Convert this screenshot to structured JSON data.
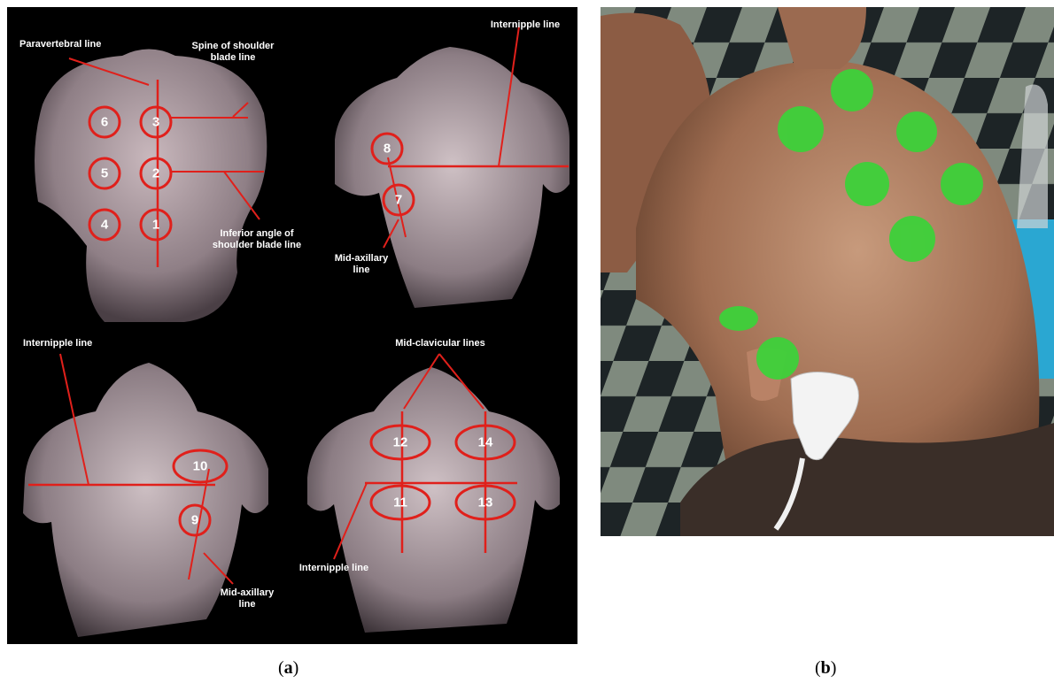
{
  "panel_a": {
    "caption_open": "(",
    "caption_letter": "a",
    "caption_close": ")",
    "back_view": {
      "paravertebral": "Paravertebral line",
      "spine_of_scapula": "Spine of shoulder blade line",
      "inferior_angle": "Inferior angle of shoulder blade line",
      "points": [
        "1",
        "2",
        "3",
        "4",
        "5",
        "6"
      ]
    },
    "lateral_view_top": {
      "internipple": "Internipple line",
      "mid_axillary": "Mid-axillary line",
      "points": [
        "7",
        "8"
      ]
    },
    "lateral_view_bottom": {
      "internipple": "Internipple line",
      "mid_axillary": "Mid-axillary line",
      "points": [
        "9",
        "10"
      ]
    },
    "front_view": {
      "mid_clavicular": "Mid-clavicular lines",
      "internipple": "Internipple line",
      "points": [
        "11",
        "12",
        "13",
        "14"
      ]
    }
  },
  "panel_b": {
    "caption_open": "(",
    "caption_letter": "b",
    "caption_close": ")",
    "marker_color": "#3dd13a"
  },
  "colors": {
    "annotation_red": "#e0201b",
    "background": "#000000"
  }
}
